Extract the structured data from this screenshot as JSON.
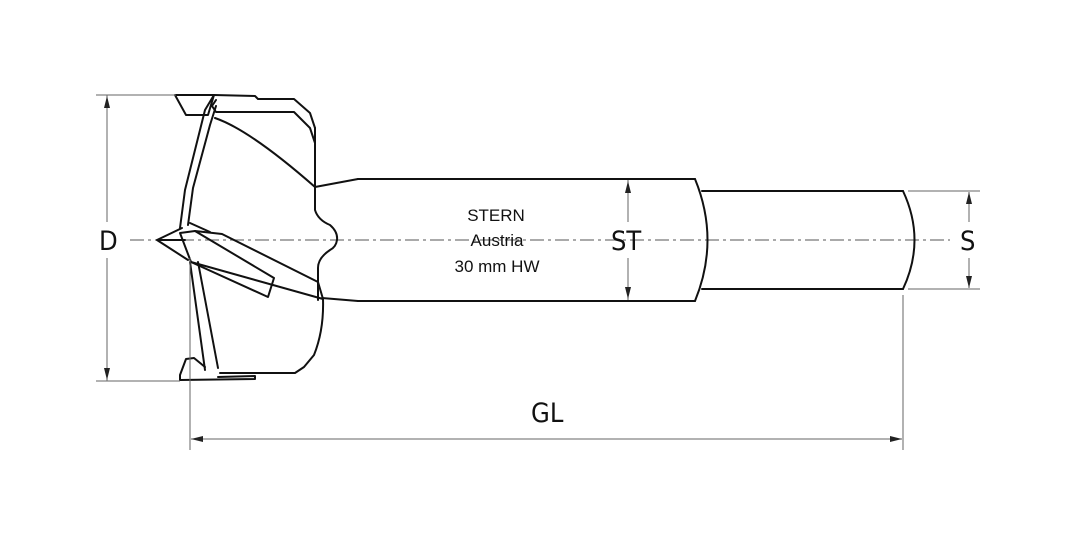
{
  "diagram": {
    "subject": "Forstner hinge boring bit technical drawing",
    "engraving": {
      "line1": "STERN",
      "line2": "Austria",
      "line3": "30 mm HW"
    },
    "dimensions": {
      "diameter_label": "D",
      "shank_transition_label": "ST",
      "shank_label": "S",
      "overall_length_label": "GL"
    },
    "colors": {
      "line": "#111111",
      "dimension": "#666666",
      "background": "#ffffff"
    }
  }
}
